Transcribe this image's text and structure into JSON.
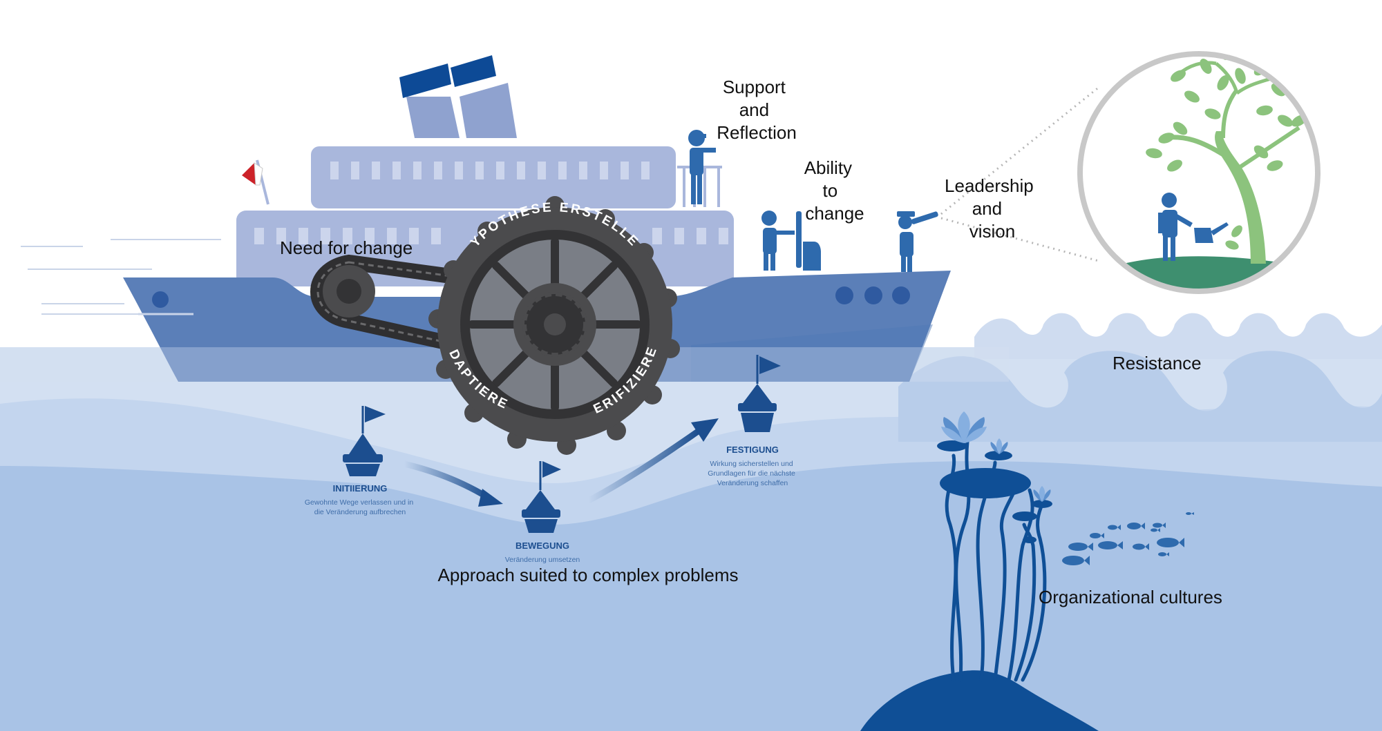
{
  "colors": {
    "sky": "#ffffff",
    "sea_light": "#d3e0f2",
    "sea_mid": "#b6cde9",
    "sea_deep": "#a4bfe3",
    "hull": "#5b7fb8",
    "cabin": "#a9b7dc",
    "cabin_window": "#ccd5ec",
    "chimney": "#8fa2cf",
    "chimney_cap": "#0d4a96",
    "figure": "#2e6aad",
    "wheel": "#4b4b4d",
    "wheel_dark": "#333335",
    "accent_dark": "#0f4f96",
    "tree_green": "#8cc37d",
    "hill_green": "#3e8f6f",
    "circle_border": "#c8c8c8"
  },
  "labels": {
    "need_for_change": "Need for change",
    "support_reflection": [
      "Support",
      "and",
      "Reflection"
    ],
    "ability_to_change": [
      "Ability",
      "to",
      "change"
    ],
    "leadership_vision": [
      "Leadership",
      "and",
      "vision"
    ],
    "resistance": "Resistance",
    "approach": "Approach suited to complex problems",
    "organizational_cultures": "Organizational cultures"
  },
  "wheel": {
    "top_text": "HYPOTHESE ERSTELLEN",
    "left_text": "ADAPTIEREN",
    "right_text": "VERIFIZIEREN"
  },
  "buoys": [
    {
      "title": "INITIIERUNG",
      "desc": [
        "Gewohnte Wege verlassen und in",
        "die Veränderung aufbrechen"
      ]
    },
    {
      "title": "BEWEGUNG",
      "desc": [
        "Veränderung umsetzen"
      ]
    },
    {
      "title": "FESTIGUNG",
      "desc": [
        "Wirkung sicherstellen und",
        "Grundlagen für die nächste",
        "Veränderung schaffen"
      ]
    }
  ]
}
